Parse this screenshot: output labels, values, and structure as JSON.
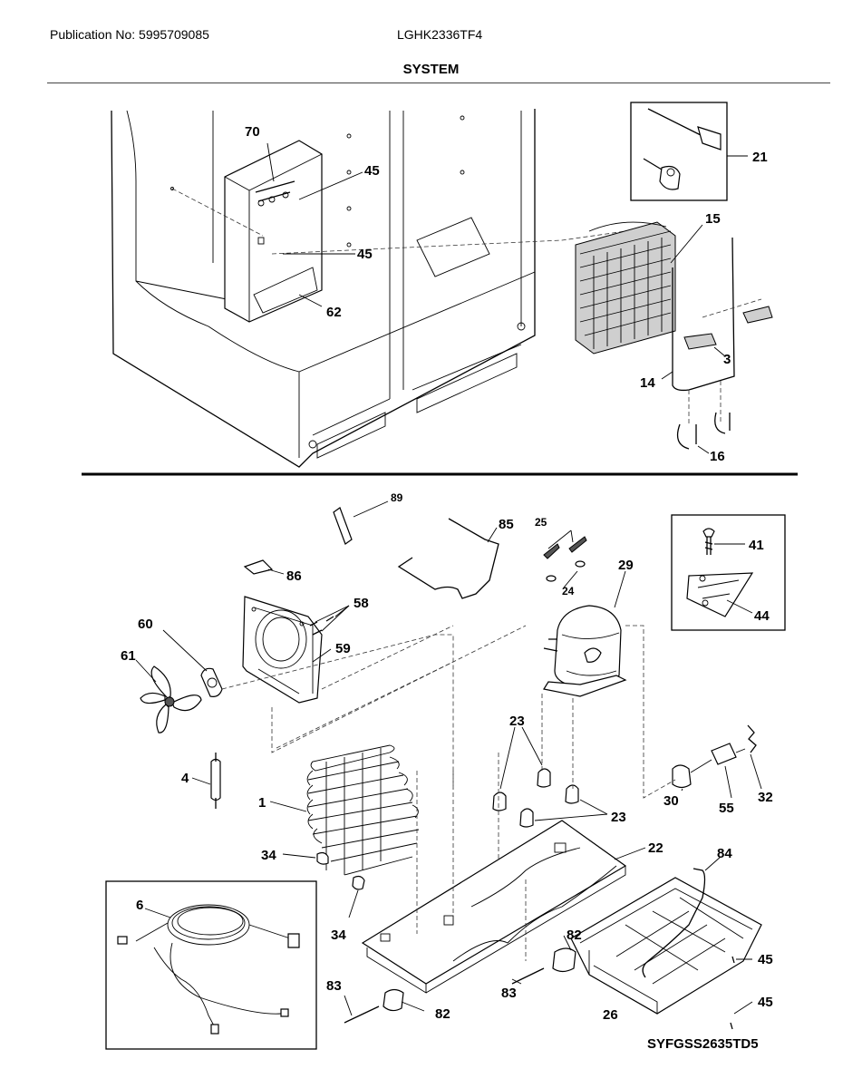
{
  "header": {
    "publication": "Publication No: 5995709085",
    "model": "LGHK2336TF4",
    "section": "SYSTEM"
  },
  "footer": {
    "diagram_code": "SYFGSS2635TD5"
  },
  "callouts": {
    "c70": "70",
    "c45a": "45",
    "c45b": "45",
    "c62": "62",
    "c21": "21",
    "c15": "15",
    "c3": "3",
    "c14": "14",
    "c16": "16",
    "c89": "89",
    "c85": "85",
    "c25": "25",
    "c24": "24",
    "c29": "29",
    "c41": "41",
    "c44": "44",
    "c86": "86",
    "c58": "58",
    "c59": "59",
    "c60": "60",
    "c61": "61",
    "c4": "4",
    "c1": "1",
    "c23a": "23",
    "c23b": "23",
    "c32": "32",
    "c30": "30",
    "c55": "55",
    "c22": "22",
    "c84": "84",
    "c34a": "34",
    "c34b": "34",
    "c6": "6",
    "c82a": "82",
    "c82b": "82",
    "c83a": "83",
    "c83b": "83",
    "c45c": "45",
    "c45d": "45",
    "c26": "26"
  }
}
